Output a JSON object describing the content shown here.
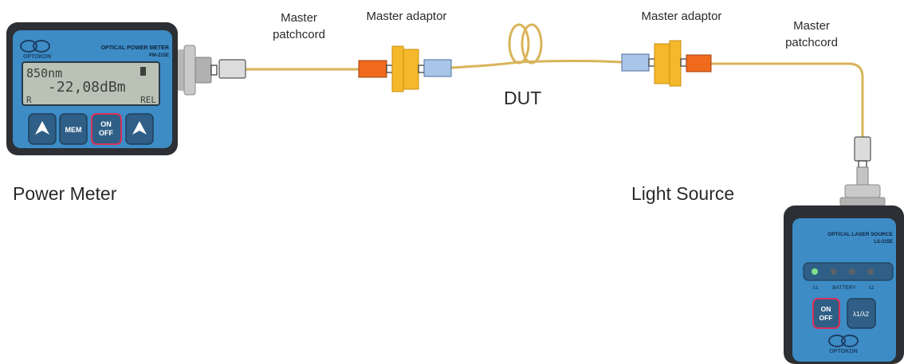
{
  "labels": {
    "patchcord_left": [
      "Master",
      "patchcord"
    ],
    "adaptor_left": "Master adaptor",
    "dut": "DUT",
    "adaptor_right": "Master adaptor",
    "patchcord_right": [
      "Master",
      "patchcord"
    ],
    "power_meter": "Power Meter",
    "light_source": "Light Source"
  },
  "power_meter": {
    "brand": "OPTOKON",
    "model_title": "OPTICAL POWER METER",
    "model_number": "PM-215E",
    "display": {
      "wavelength": "850nm",
      "reading": "-22,08dBm",
      "left_flag": "R",
      "right_flag": "REL"
    },
    "buttons": {
      "mem": "MEM",
      "on": "ON",
      "off": "OFF"
    }
  },
  "light_source": {
    "title": "OPTICAL LASER SOURCE",
    "model_number": "LS-215E",
    "indicator_labels": {
      "lambda1": "λ1",
      "battery": "BATTERY",
      "lambda2": "λ2"
    },
    "buttons": {
      "on": "ON",
      "off": "OFF",
      "switch": "λ1/λ2"
    },
    "brand": "OPTOKON"
  },
  "colors": {
    "fiber": "#d9b45a",
    "adaptor": "#f5b82a",
    "connector_orange": "#f06a1e",
    "connector_blue": "#a9c6ea",
    "device_body": "#2c2f33",
    "device_face": "#3d8cc6",
    "lcd": "#b9c2b5"
  }
}
